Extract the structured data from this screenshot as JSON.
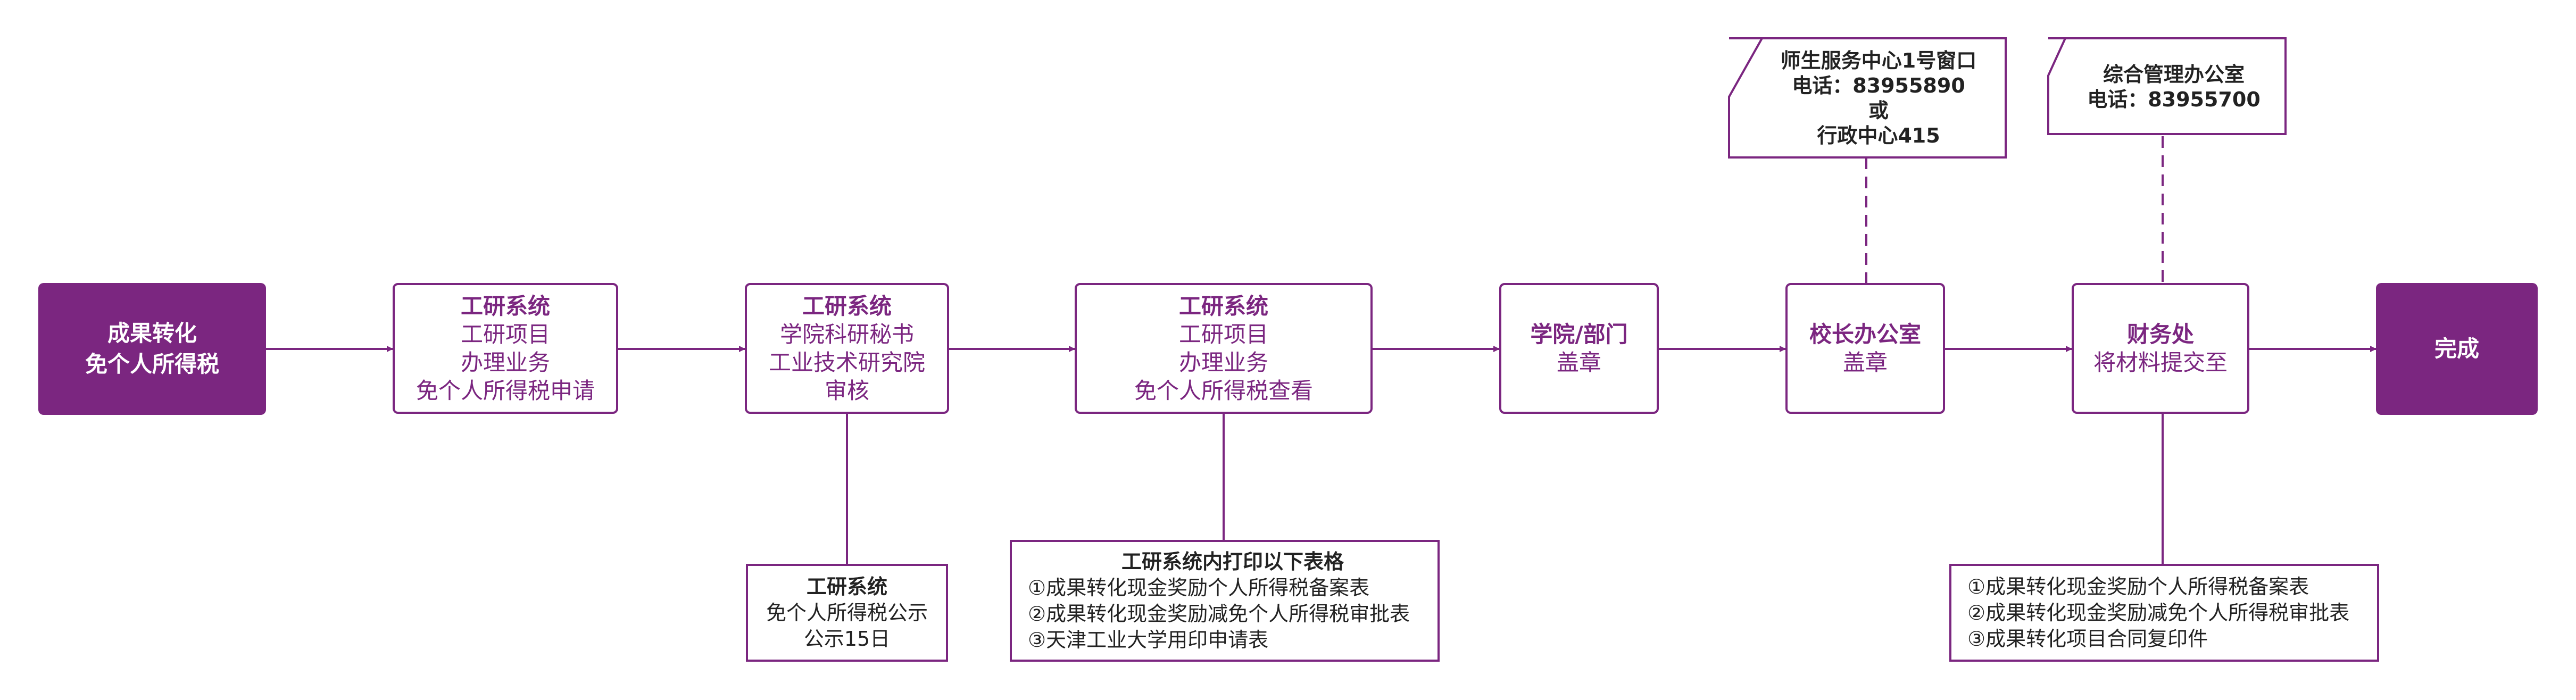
{
  "colors": {
    "accent": "#7B2680",
    "text": "#222222",
    "background": "#ffffff"
  },
  "flow": {
    "start": {
      "line1": "成果转化",
      "line2": "免个人所得税"
    },
    "step1": {
      "title": "工研系统",
      "line1": "工研项目",
      "line2": "办理业务",
      "line3": "免个人所得税申请"
    },
    "step2": {
      "title": "工研系统",
      "line1": "学院科研秘书",
      "line2": "工业技术研究院",
      "line3": "审核"
    },
    "step3": {
      "title": "工研系统",
      "line1": "工研项目",
      "line2": "办理业务",
      "line3": "免个人所得税查看"
    },
    "step4": {
      "title": "学院/部门",
      "line1": "盖章"
    },
    "step5": {
      "title": "校长办公室",
      "line1": "盖章"
    },
    "step6": {
      "title": "财务处",
      "line1": "将材料提交至"
    },
    "end": {
      "label": "完成"
    }
  },
  "notes": {
    "publicity": {
      "title": "工研系统",
      "line1": "免个人所得税公示",
      "line2": "公示15日"
    },
    "print_forms": {
      "title": "工研系统内打印以下表格",
      "items": [
        "①成果转化现金奖励个人所得税备案表",
        "②成果转化现金奖励减免个人所得税审批表",
        "③天津工业大学用印申请表"
      ]
    },
    "finance_materials": {
      "items": [
        "①成果转化现金奖励个人所得税备案表",
        "②成果转化现金奖励减免个人所得税审批表",
        "③成果转化项目合同复印件"
      ]
    }
  },
  "contacts": {
    "president_office": {
      "line1": "师生服务中心1号窗口",
      "line2": "电话：83955890",
      "line3": "或",
      "line4": "行政中心415"
    },
    "finance_office": {
      "line1": "综合管理办公室",
      "line2": "电话：83955700"
    }
  }
}
